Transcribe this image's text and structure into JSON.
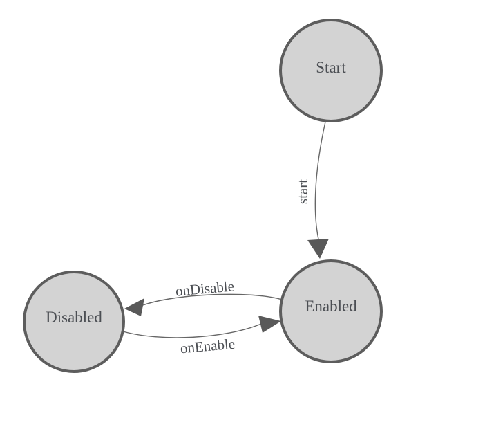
{
  "diagram": {
    "type": "state-machine-diagram",
    "background_color": "#ffffff",
    "colors": {
      "node_fill": "#d3d3d3",
      "node_stroke": "#5d5d5d",
      "edge_line": "#666666",
      "arrowhead": "#595959",
      "label_text": "#4b4e53"
    },
    "nodes": [
      {
        "id": "start",
        "label": "Start"
      },
      {
        "id": "enabled",
        "label": "Enabled"
      },
      {
        "id": "disabled",
        "label": "Disabled"
      }
    ],
    "edges": [
      {
        "from": "Start",
        "to": "Enabled",
        "label": "start"
      },
      {
        "from": "Enabled",
        "to": "Disabled",
        "label": "onDisable"
      },
      {
        "from": "Disabled",
        "to": "Enabled",
        "label": "onEnable"
      }
    ]
  }
}
